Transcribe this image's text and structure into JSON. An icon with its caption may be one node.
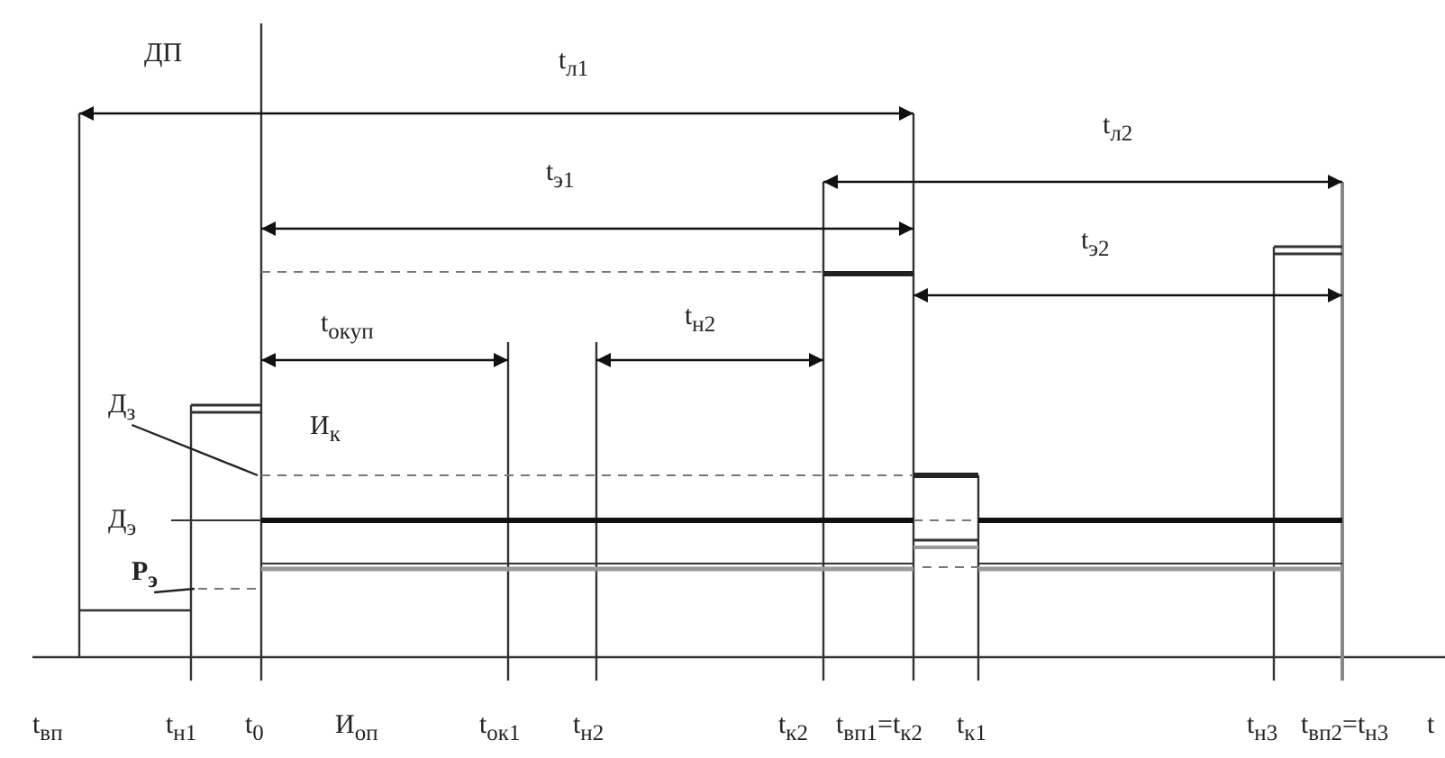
{
  "diagram": {
    "nodes": [
      {
        "text": [
          "Д$_{з}$"
        ]
      },
      {
        "text": [
          "Р$_{э}$"
        ]
      }
    ],
    "edges": [
      {
        "from": 0,
        "to": null,
        "arrow": "none"
      },
      {
        "from": 1,
        "to": null,
        "arrow": "none"
      }
    ],
    "labels": [
      "ДП",
      "t$_{л1}$",
      "t$_{э1}$",
      "t$_{л2}$",
      "t$_{э2}$",
      "t$_{окуп}$",
      "t$_{н2}$",
      "И$_{к}$",
      "Д$_{э}$",
      "t$_{вп}$",
      "t$_{н1}$",
      "t$_{0}$",
      "И$_{оп}$",
      "t$_{ок1}$",
      "t$_{н2}$",
      "t$_{к2}$",
      "t$_{вп1}$=t$_{к2}$",
      "t$_{к1}$",
      "t$_{н3}$",
      "t$_{вп2}$=t$_{н3}$",
      "t"
    ]
  }
}
